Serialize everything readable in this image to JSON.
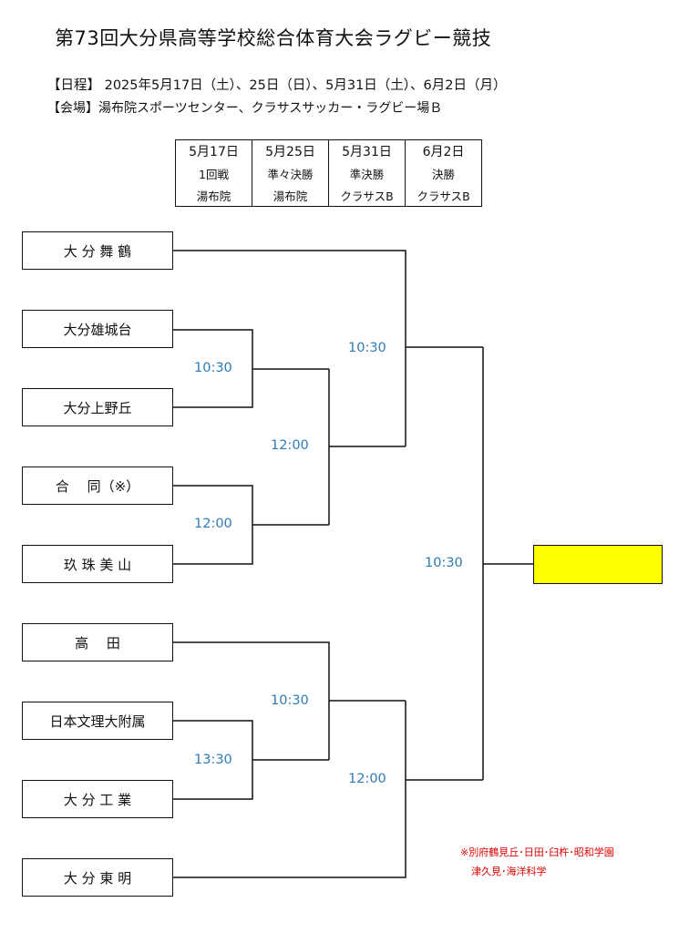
{
  "title": "第73回大分県高等学校総合体育大会ラグビー競技",
  "schedule": "【日程】 2025年5月17日（土）、25日（日）、5月31日（土）、6月2日（月）",
  "venue": "【会場】湯布院スポーツセンター、クラサスサッカー・ラグビー場Ｂ",
  "rounds": [
    {
      "date": "5月17日",
      "name": "1回戦",
      "place": "湯布院"
    },
    {
      "date": "5月25日",
      "name": "準々決勝",
      "place": "湯布院"
    },
    {
      "date": "5月31日",
      "name": "準決勝",
      "place": "クラサスB"
    },
    {
      "date": "6月2日",
      "name": "決勝",
      "place": "クラサスB"
    }
  ],
  "teams": [
    "大 分 舞 鶴",
    "大分雄城台",
    "大分上野丘",
    "合　 同（※）",
    "玖 珠 美 山",
    "高　 田",
    "日本文理大附属",
    "大 分 工 業",
    "大 分 東 明"
  ],
  "times": {
    "r1_a": "10:30",
    "r1_b": "12:00",
    "r1_c": "13:30",
    "qf_a": "12:00",
    "qf_b": "10:30",
    "sf_a": "10:30",
    "sf_b": "12:00",
    "final": "10:30"
  },
  "note": {
    "line1": "※別府鶴見丘･日田･臼杵･昭和学園",
    "line2": "津久見･海洋科学"
  },
  "colors": {
    "time_text": "#2e7bb8",
    "winner_box": "#ffff00",
    "note_text": "#e00000"
  }
}
